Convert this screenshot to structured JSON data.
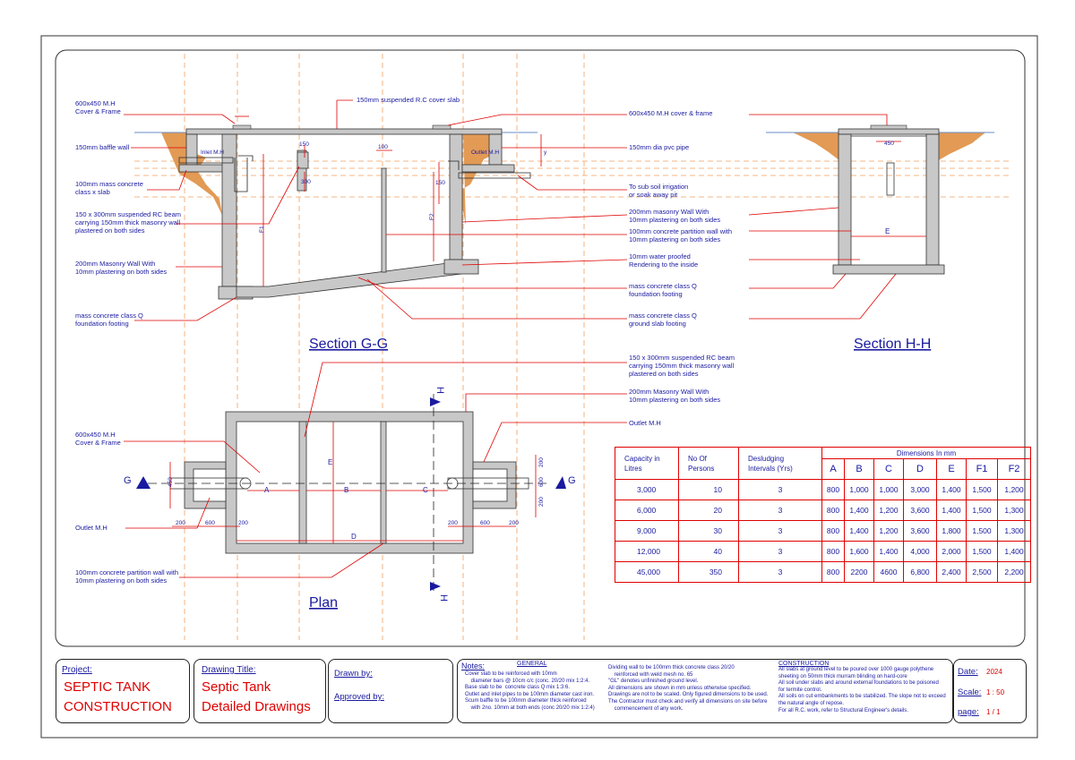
{
  "sections": {
    "gg": "Section G-G",
    "hh": "Section H-H",
    "plan": "Plan"
  },
  "labels_left": {
    "mh_cover": [
      "600x450 M.H",
      "Cover & Frame"
    ],
    "baffle_wall": "150mm baffle wall",
    "mass_concrete_slab": [
      "100mm mass concrete",
      "class x slab"
    ],
    "rc_beam": [
      "150 x 300mm suspended RC beam",
      "carrying 150mm thick masonry wall",
      "plastered on both sides"
    ],
    "masonry_wall": [
      "200mm Masonry Wall With",
      "10mm  plastering on both sides"
    ],
    "foundation": [
      "mass concrete class Q",
      "foundation footing"
    ]
  },
  "labels_right": {
    "cover_slab": "150mm suspended R.C cover slab",
    "mh_cover_frame": "600x450 M.H cover & frame",
    "pvc_pipe": "150mm dia pvc pipe",
    "soak_away": [
      "To sub soil irrigation",
      "or soak away pit"
    ],
    "masonry_wall": [
      "200mm masonry Wall With",
      "10mm  plastering on both sides"
    ],
    "partition_wall": [
      "100mm concrete  partition wall with",
      "10mm  plastering on both sides"
    ],
    "water_proofed": [
      "10mm water proofed",
      "Rendering to the  inside"
    ],
    "foundation_footing": [
      "mass concrete class Q",
      "foundation footing"
    ],
    "ground_slab": [
      "mass concrete class Q",
      "ground slab footing"
    ]
  },
  "plan_labels": {
    "rc_beam": [
      "150 x 300mm suspended RC beam",
      "carrying 150mm thick masonry wall",
      "plastered on both sides"
    ],
    "masonry_wall": [
      "200mm Masonry Wall With",
      "10mm  plastering on both sides"
    ],
    "outlet_mh": "Outlet M.H",
    "mh_cover": [
      "600x450 M.H",
      "Cover & Frame"
    ],
    "outlet_mh_left": "Outlet M.H",
    "partition_wall": [
      "100mm concrete  partition wall with",
      "10mm  plastering on both sides"
    ]
  },
  "small_labels": {
    "inlet_mh": "Inlet M.H",
    "outlet_mh": "Outlet M.H",
    "d150": "150",
    "d300": "300",
    "d100": "100",
    "d450": "450",
    "d150b": "150",
    "f1": "F1",
    "f2": "F2",
    "y": "y",
    "e": "E",
    "a": "A",
    "b": "B",
    "c": "C",
    "d": "D",
    "e_plan": "E",
    "g": "G",
    "h": "H",
    "d200": "200",
    "d600": "600",
    "d450v": "450",
    "d200v": "200",
    "d600v": "600"
  },
  "table": {
    "headers": {
      "capacity": [
        "Capacity in",
        "Litres"
      ],
      "persons": [
        "No Of",
        "Persons"
      ],
      "interval": [
        "Desludging",
        "Intervals (Yrs)"
      ],
      "dimensions": "Dimensions In mm",
      "cols": [
        "A",
        "B",
        "C",
        "D",
        "E",
        "F1",
        "F2"
      ]
    },
    "rows": [
      {
        "capacity": "3,000",
        "persons": "10",
        "interval": "3",
        "dims": [
          "800",
          "1,000",
          "1,000",
          "3,000",
          "1,400",
          "1,500",
          "1,200"
        ]
      },
      {
        "capacity": "6,000",
        "persons": "20",
        "interval": "3",
        "dims": [
          "800",
          "1,400",
          "1,200",
          "3,600",
          "1,400",
          "1,500",
          "1,300"
        ]
      },
      {
        "capacity": "9,000",
        "persons": "30",
        "interval": "3",
        "dims": [
          "800",
          "1,400",
          "1,200",
          "3,600",
          "1,800",
          "1,500",
          "1,300"
        ]
      },
      {
        "capacity": "12,000",
        "persons": "40",
        "interval": "3",
        "dims": [
          "800",
          "1,600",
          "1,400",
          "4,000",
          "2,000",
          "1,500",
          "1,400"
        ]
      },
      {
        "capacity": "45,000",
        "persons": "350",
        "interval": "3",
        "dims": [
          "800",
          "2200",
          "4600",
          "6,800",
          "2,400",
          "2,500",
          "2,200"
        ]
      }
    ]
  },
  "title_block": {
    "project_label": "Project:",
    "project_line1": "SEPTIC TANK",
    "project_line2": "CONSTRUCTION",
    "drawing_label": "Drawing Title:",
    "drawing_line1": "Septic Tank",
    "drawing_line2": "Detailed Drawings",
    "drawn_by": "Drawn by:",
    "approved_by": "Approved by:",
    "notes_label": "Notes:",
    "general_label": "GENERAL",
    "notes_general": "Cover slab to be reinforced with 10mm\n    diameter bars @ 10cm c/c (conc. 20/20 mix 1:2:4.\nBase slab to be  concrete class Q mix 1:3:6.\nOutlet and inlet pipes to be 100mm diameter cast iron.\nScum baffle to be 100mm diameter thick reinforced\n    with 2no. 10mm at both ends (conc 20/20 mix 1:2:4)",
    "notes_mid": "Dividing wall to be 100mm thick concrete class 20/20\n    reinforced with weld mesh no. 65\n\"GL\" denotes unfinished ground level.\nAll dimensions are shown in mm unless otherwise specified.\nDrawings are not to be scaled. Only figured dimensions to be used.\nThe Contractor must check and verify all dimensions on site before\n    commencement of any work.",
    "construction_label": "CONSTRUCTION",
    "notes_construction": "All slabs at ground level to be poured over 1000 gauge polythene\nsheeting on 50mm thick murram blinding on hard-core\nAll soil under slabs and around external foundations to be poisoned\nfor termite control.\nAll soils on cut embankments to be stabilized. The slope not to exceed\nthe natural angle of repose.\nFor all R.C. work, refer to Structural Engineer's details.",
    "date_label": "Date:",
    "date_value": "2024",
    "scale_label": "Scale:",
    "scale_value": "1 : 50",
    "page_label": "page:",
    "page_value": "1 / 1"
  }
}
